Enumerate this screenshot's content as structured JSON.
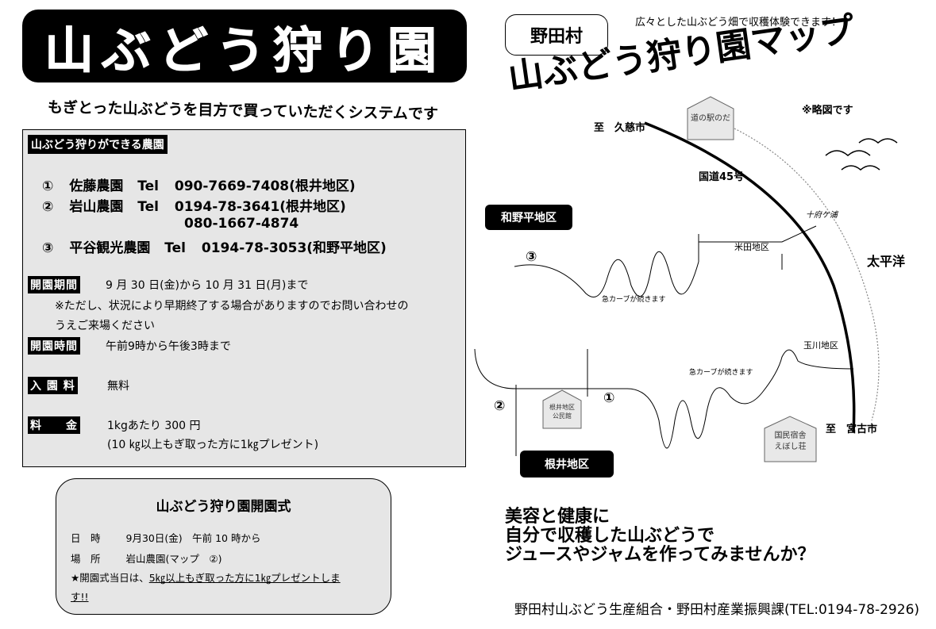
{
  "left": {
    "banner": "山ぶどう狩り園",
    "tagline": "もぎとった山ぶどうを目方で買っていただくシステムです",
    "infobox": {
      "title": "山ぶどう狩りができる農園",
      "farms": [
        {
          "num": "①",
          "name": "佐藤農園",
          "tel_label": "Tel",
          "tel": "090-7669-7408",
          "area": "(根井地区)"
        },
        {
          "num": "②",
          "name": "岩山農園",
          "tel_label": "Tel",
          "tel": "0194-78-3641",
          "area": "(根井地区)",
          "tel2": "080-1667-4874"
        },
        {
          "num": "③",
          "name": "平谷観光農園",
          "tel_label": "Tel",
          "tel": "0194-78-3053",
          "area": "(和野平地区)"
        }
      ],
      "period_label": "開園期間",
      "period": "9 月 30 日(金)から 10 月 31 日(月)まで",
      "period_note1": "※ただし、状況により早期終了する場合がありますのでお問い合わせの",
      "period_note2": "うえご来場ください",
      "hours_label": "開園時間",
      "hours": "午前9時から午後3時まで",
      "fee_label": "入 園 料",
      "fee": "無料",
      "price_label": "料　　金",
      "price": "1kgあたり 300 円",
      "price_note": "(10 ㎏以上もぎ取った方に1㎏プレゼント)"
    },
    "ceremony": {
      "title": "山ぶどう狩り園開園式",
      "date_label": "日　時",
      "date": "9月30日(金)　午前 10 時から",
      "place_label": "場　所",
      "place": "岩山農園(マップ　②)",
      "note_prefix": "★開園式当日は、",
      "note_underlined": "5㎏以上もぎ取った方に1㎏プレゼントしま",
      "note_line2": "す!!"
    }
  },
  "right": {
    "bubble": "野田村",
    "map_title": "山ぶどう狩り園マップ",
    "top_note": "広々とした山ぶどう畑で収穫体験できます！",
    "rough_note": "※略図です",
    "labels": {
      "kuji": "至　久慈市",
      "miyako": "至　宮古市",
      "route": "国道45号",
      "jufugaura": "十府ケ浦",
      "yoneda": "米田地区",
      "pacific": "太平洋",
      "tamagawa": "玉川地区",
      "curve1": "急カーブが続きます",
      "curve2": "急カーブが続きます",
      "wanotai": "和野平地区",
      "nei": "根井地区",
      "m1": "①",
      "m2": "②",
      "m3": "③"
    },
    "houses": {
      "michinoeki": "道の駅のだ",
      "nei_hall_1": "根井地区",
      "nei_hall_2": "公民館",
      "inn_1": "国民宿舎",
      "inn_2": "えぼし荘"
    },
    "pitch": [
      "美容と健康に",
      "自分で収穫した山ぶどうで",
      "ジュースやジャムを作ってみませんか？"
    ],
    "footer": "野田村山ぶどう生産組合・野田村産業振興課(TEL:0194-78-2926)"
  }
}
